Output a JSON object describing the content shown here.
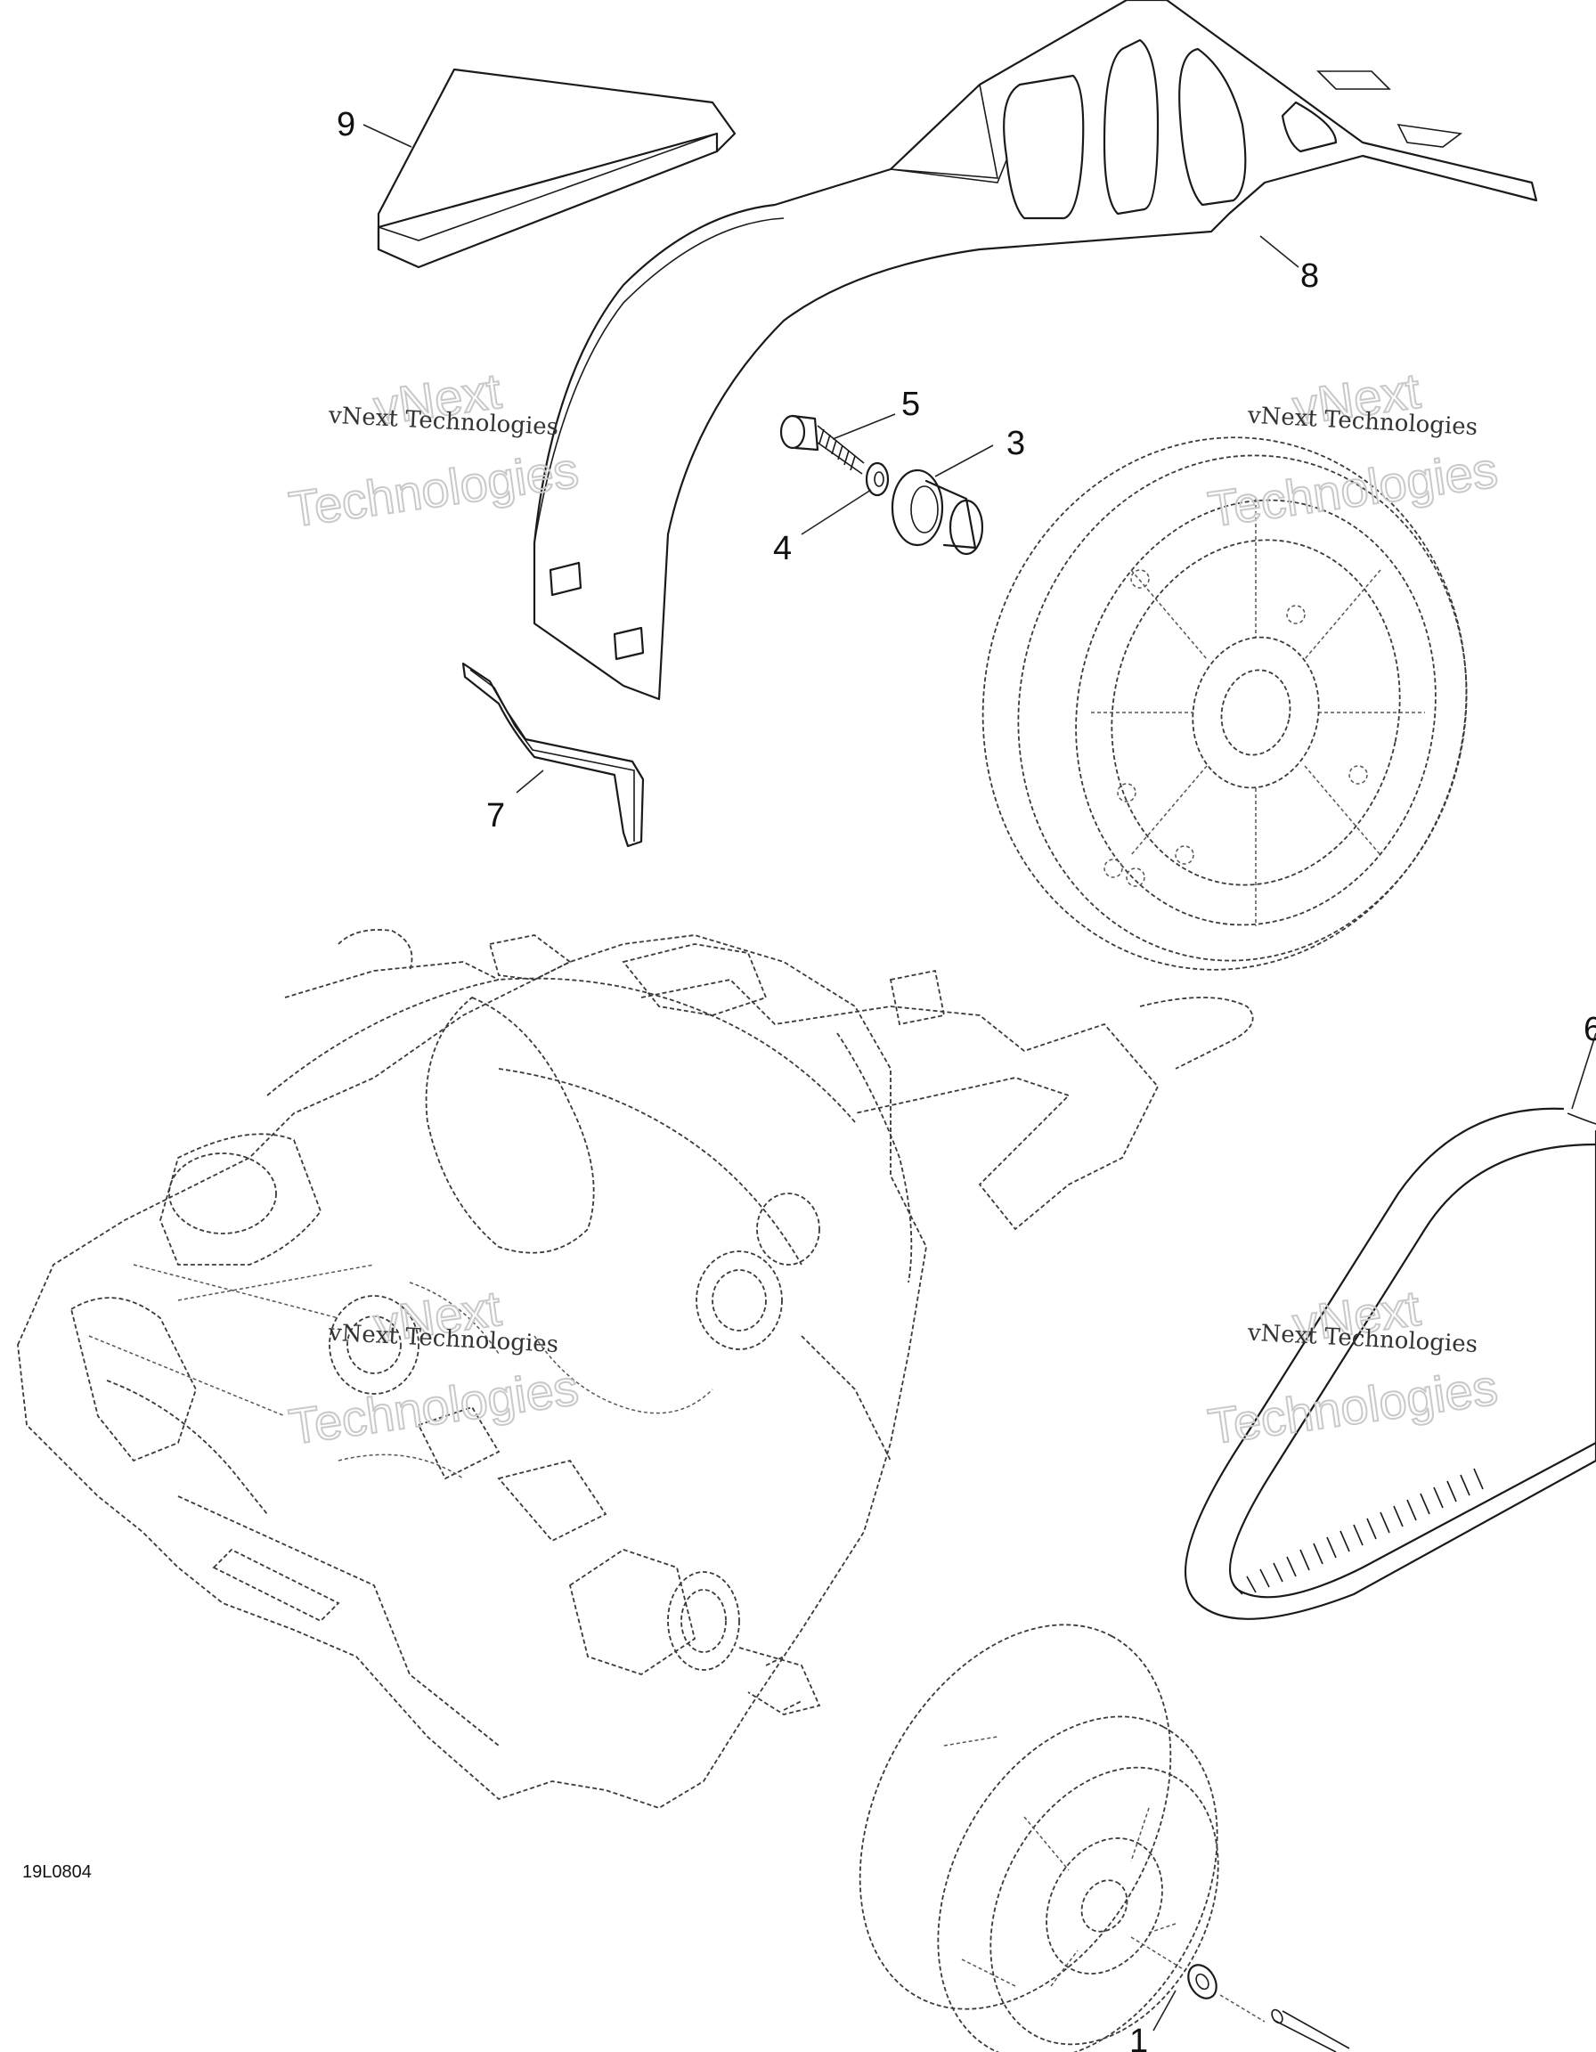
{
  "diagram": {
    "drawing_code": "19L0804",
    "callouts": {
      "c1": "1",
      "c3": "3",
      "c4": "4",
      "c5": "5",
      "c6": "6",
      "c7": "7",
      "c8": "8",
      "c9": "9"
    },
    "watermark": {
      "line_small": "vNext Technologies",
      "line_big_1": "vNext",
      "line_big_2": "Technologies"
    }
  }
}
